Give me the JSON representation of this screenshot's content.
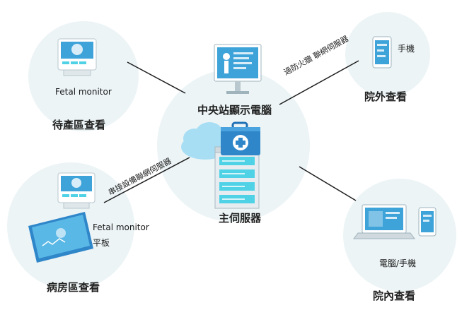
{
  "nodes": {
    "center": {
      "title": "中央站顯示電腦",
      "server_title": "主伺服器"
    },
    "waiting_area": {
      "title": "待產區查看",
      "device": "Fetal monitor"
    },
    "ward_area": {
      "title": "病房區查看",
      "device": "Fetal monitor",
      "device2": "平板"
    },
    "remote": {
      "title": "院外查看",
      "device": "手機"
    },
    "internal": {
      "title": "院內查看",
      "device": "電腦/手機"
    }
  },
  "links": {
    "firewall": "過防火牆 聯網伺服器",
    "serial": "串接設備聯網伺服器"
  },
  "colors": {
    "circle": "#ecf4f6",
    "line": "#1f1f1f",
    "accent": "#3aa6dc",
    "screen": "#3ea3d9",
    "cyan": "#4fd2e6"
  }
}
